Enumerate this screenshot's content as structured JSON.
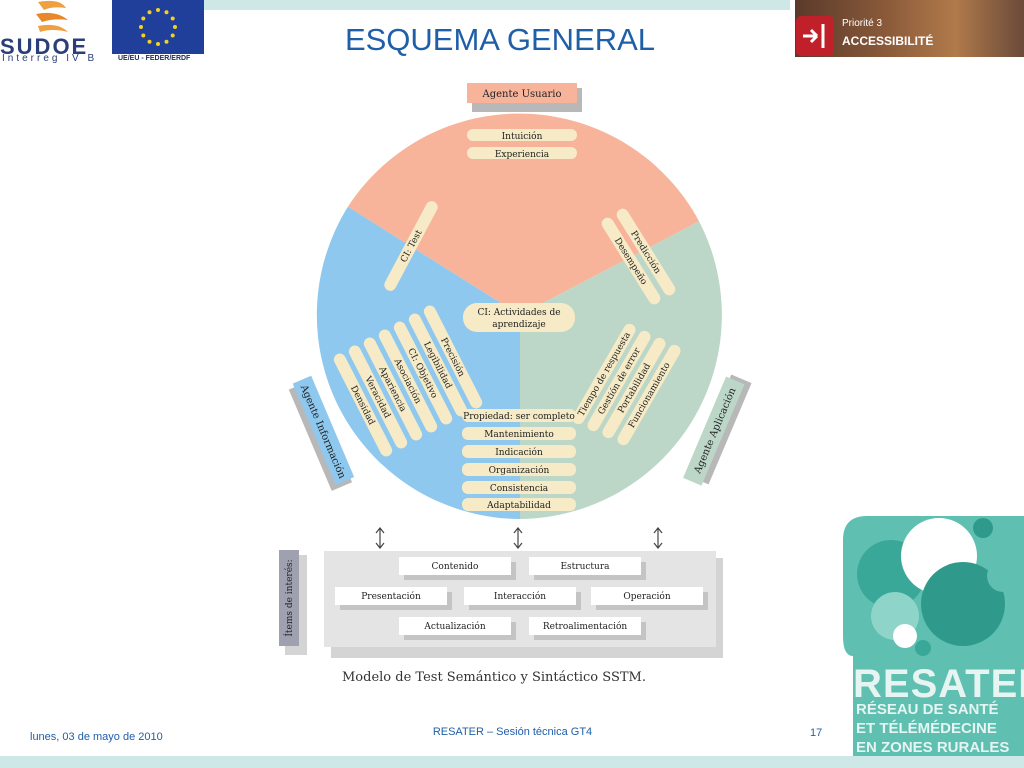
{
  "header": {
    "title": "ESQUEMA GENERAL",
    "logo_sudoe": "SUDOE",
    "logo_sudoe_sub": "Interreg IV B",
    "eu_caption": "UE/EU - FEDER/ERDF",
    "priority_line1": "Priorité 3",
    "priority_line2": "ACCESSIBILITÉ"
  },
  "diagram": {
    "top_agent": "Agente Usuario",
    "left_agent": "Agente Información",
    "right_agent": "Agente Aplicación",
    "top_items": [
      "Intuición",
      "Experiencia"
    ],
    "left_diag": "CI: Test",
    "right_diag": [
      "Predicción",
      "Desempeño"
    ],
    "center": [
      "CI: Actividades de",
      "aprendizaje"
    ],
    "left_items": [
      "Precisión",
      "Legibilidad",
      "CI: Objetivo",
      "Asociación",
      "Apariencia",
      "Veracidad",
      "Densidad"
    ],
    "right_items": [
      "Tiempo de respuesta",
      "Gestión de error",
      "Portabilidad",
      "Funcionamiento"
    ],
    "bottom_items": [
      "Propiedad: ser completo",
      "Mantenimiento",
      "Indicación",
      "Organización",
      "Consistencia",
      "Adaptabilidad"
    ],
    "interest_label": "Ítems de interés:",
    "interest_items": [
      "Contenido",
      "Estructura",
      "Presentación",
      "Interacción",
      "Operación",
      "Actualización",
      "Retroalimentación"
    ],
    "caption": "Modelo de Test Semántico y Sintáctico SSTM.",
    "colors": {
      "top": "#f7b49a",
      "left": "#8ec8ee",
      "right": "#bcd7c8",
      "pill": "#f6ebc6"
    }
  },
  "footer": {
    "date": "lunes, 03 de mayo de 2010",
    "center": "RESATER – Sesión técnica GT4",
    "page": "17"
  },
  "resater": {
    "name": "RESATER",
    "line1": "RÉSEAU DE SANTÉ",
    "line2": "ET TÉLÉMÉDECINE",
    "line3": "EN ZONES RURALES"
  }
}
